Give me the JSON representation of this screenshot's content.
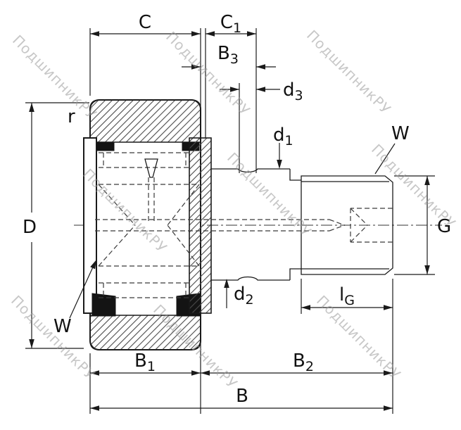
{
  "watermark": {
    "text": "ПодшипникРУ"
  },
  "labels": {
    "C": "C",
    "C1_base": "C",
    "C1_sub": "1",
    "B3_base": "B",
    "B3_sub": "3",
    "d3_base": "d",
    "d3_sub": "3",
    "d1_base": "d",
    "d1_sub": "1",
    "d2_base": "d",
    "d2_sub": "2",
    "W_thread": "W",
    "W_bore": "W",
    "G": "G",
    "r": "r",
    "D": "D",
    "lG_base": "l",
    "lG_sub": "G",
    "B1_base": "B",
    "B1_sub": "1",
    "B2_base": "B",
    "B2_sub": "2",
    "B": "B"
  },
  "colors": {
    "line": "#1a1a1a",
    "hatch": "#4a4a4a",
    "seal": "#141414",
    "watermark": "#9b9b9b",
    "background": "#ffffff"
  }
}
